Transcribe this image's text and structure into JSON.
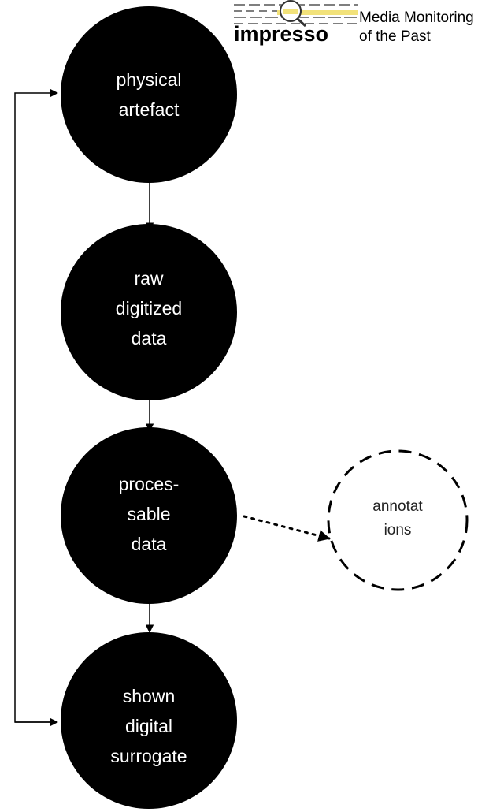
{
  "logo": {
    "name": "impresso",
    "tagline_line1": "Media Monitoring",
    "tagline_line2": "of the Past"
  },
  "nodes": [
    {
      "id": "physical-artefact",
      "lines": [
        "physical",
        "artefact"
      ]
    },
    {
      "id": "raw-digitized-data",
      "lines": [
        "raw",
        "digitized",
        "data"
      ]
    },
    {
      "id": "processable-data",
      "lines": [
        "proces-",
        "sable",
        "data"
      ]
    },
    {
      "id": "shown-digital-surrogate",
      "lines": [
        "shown",
        "digital",
        "surrogate"
      ]
    }
  ],
  "annotation_node": {
    "id": "annotations",
    "lines": [
      "annotat",
      "ions"
    ]
  },
  "colors": {
    "node_fill": "#000000",
    "node_text": "#ffffff",
    "annotation_text": "#222222",
    "logo_highlight": "#f2e27a"
  }
}
